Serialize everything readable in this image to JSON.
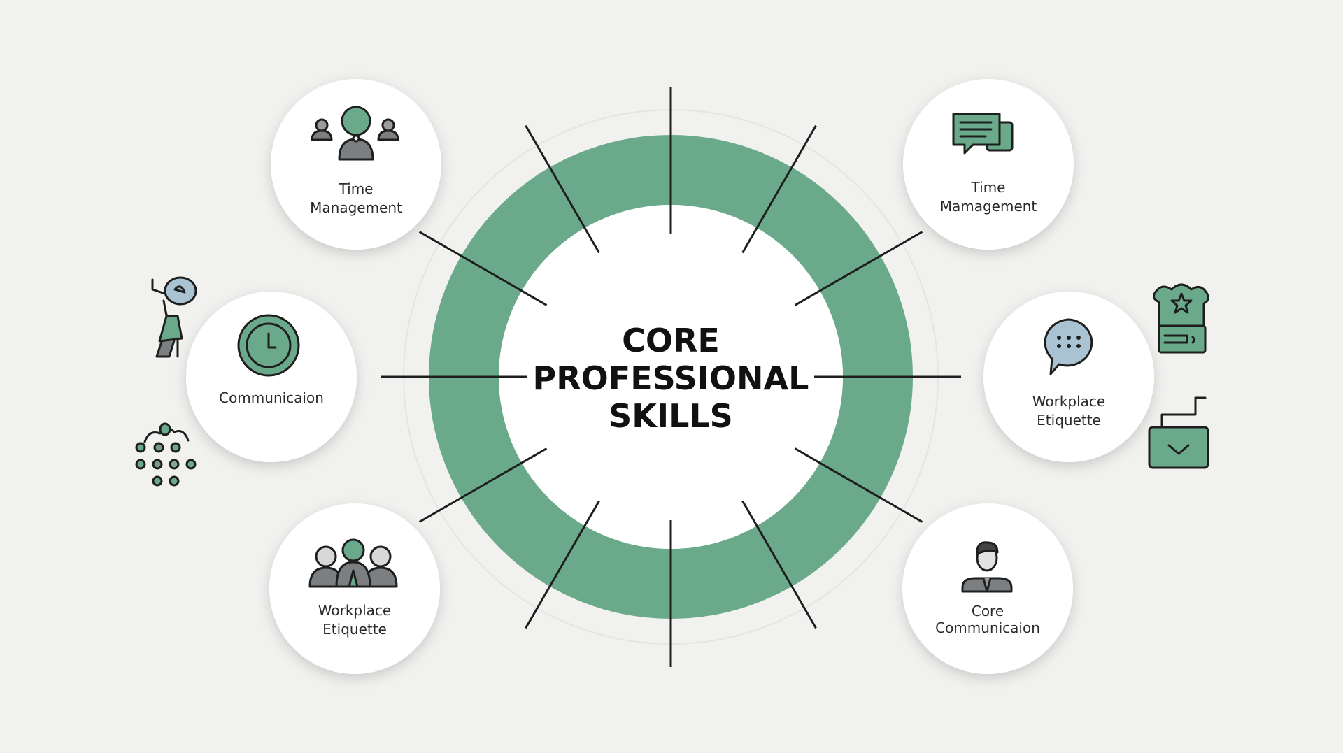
{
  "title": {
    "line1": "CORE",
    "line2": "PROFESSIONAL",
    "line3": "SKILLS"
  },
  "colors": {
    "accent": "#6aaa8a",
    "background": "#f1f1ef",
    "ink": "#1e1e1e",
    "gray": "#7c7f82",
    "bubble": "#a9c3d2"
  },
  "nodes": [
    {
      "line1": "Time",
      "line2": "Management",
      "icon": "team-icon"
    },
    {
      "line1": "Time",
      "line2": "Mamagement",
      "icon": "chat-icon"
    },
    {
      "line1": "Communicaion",
      "icon": "clock-icon"
    },
    {
      "line1": "Workplace",
      "line2": "Etiquette",
      "icon": "speech-bubble-icon"
    },
    {
      "line1": "Workplace",
      "line2": "Etiquette",
      "icon": "group-icon"
    },
    {
      "line1": "Core",
      "line2": "Communicaion",
      "icon": "businessman-icon"
    }
  ],
  "decorations": [
    "person-with-megaphone-icon",
    "network-dots-icon",
    "chef-badge-icon",
    "folder-check-icon"
  ]
}
